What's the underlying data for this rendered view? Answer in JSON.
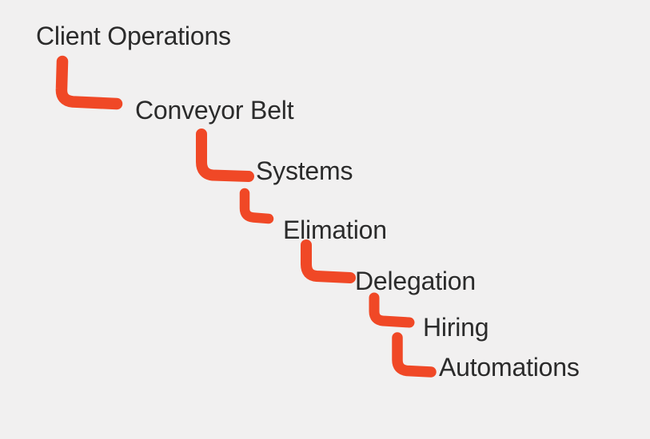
{
  "diagram": {
    "type": "cascade-flow",
    "background_color": "#F1F0F0",
    "connector_color": "#F04826",
    "text_color": "#2B2B2B",
    "steps": [
      {
        "label": "Client Operations"
      },
      {
        "label": "Conveyor Belt"
      },
      {
        "label": "Systems"
      },
      {
        "label": "Elimation"
      },
      {
        "label": "Delegation"
      },
      {
        "label": "Hiring"
      },
      {
        "label": "Automations"
      }
    ]
  }
}
